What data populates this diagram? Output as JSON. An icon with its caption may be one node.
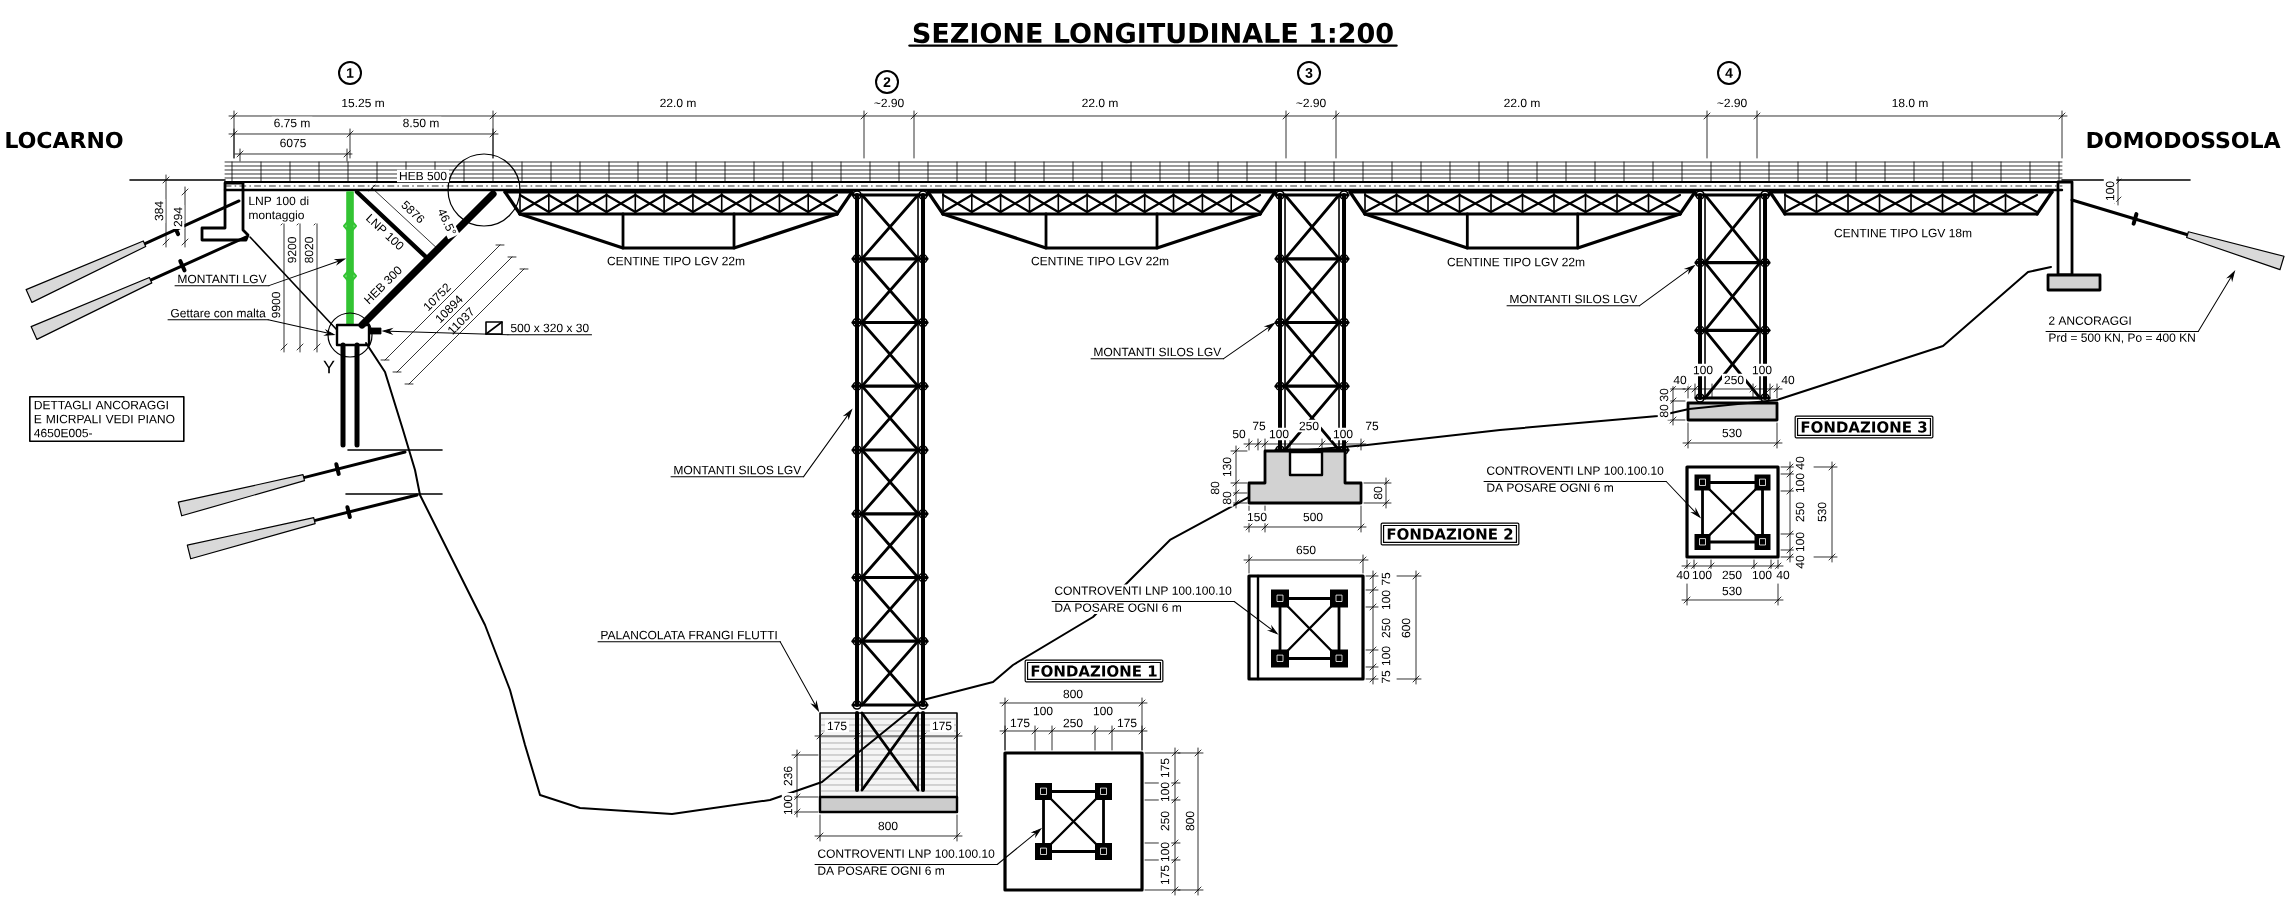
{
  "diagram": {
    "title": "SEZIONE LONGITUDINALE 1:200",
    "nodes": [
      {
        "text": [
          "1"
        ]
      },
      {
        "text": [
          "2"
        ]
      },
      {
        "text": [
          "3"
        ]
      },
      {
        "text": [
          "4"
        ]
      },
      {
        "text": [
          "DETTAGLI ANCORAGGI E MICRPALI VEDI PIANO 4650E005-"
        ]
      },
      {
        "text": [
          "FONDAZIONE 1"
        ]
      },
      {
        "text": [
          "FONDAZIONE 2"
        ]
      },
      {
        "text": [
          "FONDAZIONE 3"
        ]
      },
      {
        "text": [
          "MONTANTI LGV"
        ]
      },
      {
        "text": [
          "Gettare con malta"
        ]
      },
      {
        "text": [
          "500 x 320 x 30"
        ]
      },
      {
        "text": [
          "MONTANTI SILOS LGV"
        ]
      },
      {
        "text": [
          "MONTANTI SILOS LGV"
        ]
      },
      {
        "text": [
          "MONTANTI SILOS LGV"
        ]
      },
      {
        "text": [
          "PALANCOLATA FRANGI FLUTTI"
        ]
      },
      {
        "text": [
          "CONTROVENTI LNP 100.100.10",
          "DA POSARE OGNI 6 m"
        ]
      },
      {
        "text": [
          "CONTROVENTI LNP 100.100.10",
          "DA POSARE OGNI 6 m"
        ]
      },
      {
        "text": [
          "CONTROVENTI LNP 100.100.10",
          "DA POSARE OGNI 6 m"
        ]
      },
      {
        "text": [
          "2 ANCORAGGI",
          "Prd = 500 KN, Po = 400 KN"
        ]
      },
      {
        "text": [],
        "shape": "bar"
      },
      {
        "text": [],
        "shape": "box"
      },
      {
        "text": [],
        "shape": "box"
      },
      {
        "text": [],
        "shape": "picture"
      },
      {
        "text": [],
        "shape": "picture"
      },
      {
        "text": [],
        "shape": "picture"
      },
      {
        "text": [],
        "shape": "box"
      },
      {
        "text": [],
        "shape": "picture"
      },
      {
        "text": [],
        "shape": "picture"
      },
      {
        "text": [],
        "shape": "picture"
      },
      {
        "text": [],
        "shape": "picture"
      }
    ],
    "edges": [
      {
        "from": 8,
        "to": 19,
        "arrow": "to"
      },
      {
        "from": 9,
        "to": 20,
        "arrow": "to"
      },
      {
        "from": 10,
        "to": 21,
        "arrow": "to"
      },
      {
        "from": 11,
        "to": 22,
        "arrow": "to"
      },
      {
        "from": 12,
        "to": 23,
        "arrow": "to"
      },
      {
        "from": 13,
        "to": 24,
        "arrow": "to"
      },
      {
        "from": 14,
        "to": 25,
        "arrow": "to"
      },
      {
        "from": 15,
        "to": 26,
        "arrow": "to"
      },
      {
        "from": 16,
        "to": 27,
        "arrow": "to"
      },
      {
        "from": 17,
        "to": 28,
        "arrow": "to"
      },
      {
        "from": 18,
        "to": 29,
        "arrow": "to"
      }
    ],
    "labels": [
      "LOCARNO",
      "DOMODOSSOLA",
      "15.25 m",
      "6.75 m",
      "8.50 m",
      "6075",
      "22.0 m",
      "~2.90",
      "22.0 m",
      "~2.90",
      "22.0 m",
      "~2.90",
      "18.0 m",
      "HEB 500",
      "384",
      "294",
      "LNP 100 di montaggio",
      "9200",
      "8020",
      "9900",
      "5876",
      "LNP 100",
      "46.5°",
      "HEB 300",
      "10752",
      "10894",
      "11037",
      "Y",
      "CENTINE TIPO LGV 22m",
      "CENTINE TIPO LGV 22m",
      "CENTINE TIPO LGV 22m",
      "CENTINE TIPO LGV 18m",
      "100",
      "175",
      "175",
      "236",
      "100",
      "800",
      "800",
      "175",
      "100",
      "250",
      "100",
      "175",
      "175",
      "100",
      "250",
      "100",
      "175",
      "800",
      "50",
      "75",
      "100",
      "250",
      "100",
      "75",
      "130",
      "80",
      "80",
      "80",
      "150",
      "500",
      "650",
      "75",
      "100",
      "250",
      "100",
      "75",
      "600",
      "40",
      "100",
      "250",
      "100",
      "40",
      "30",
      "80",
      "530",
      "40",
      "100",
      "250",
      "100",
      "40",
      "530",
      "40",
      "100",
      "250",
      "100",
      "40",
      "530"
    ]
  }
}
